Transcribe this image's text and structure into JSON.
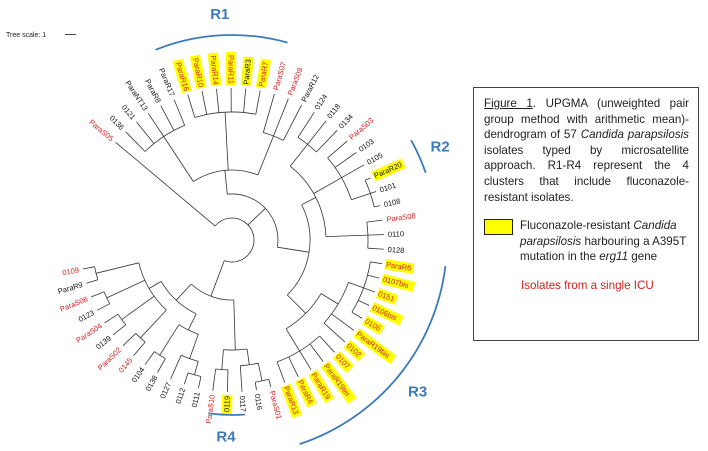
{
  "tree_scale_label": "Tree scale: 1",
  "leaves": [
    {
      "label": "0109",
      "color": "#d22020",
      "highlight": false
    },
    {
      "label": "ParaR9",
      "color": "#111111",
      "highlight": false
    },
    {
      "label": "ParaS06",
      "color": "#d22020",
      "highlight": false
    },
    {
      "label": "0123",
      "color": "#111111",
      "highlight": false
    },
    {
      "label": "ParaS04",
      "color": "#d22020",
      "highlight": false
    },
    {
      "label": "0139",
      "color": "#111111",
      "highlight": false
    },
    {
      "label": "ParaS02",
      "color": "#d22020",
      "highlight": false
    },
    {
      "label": "0145",
      "color": "#d22020",
      "highlight": false
    },
    {
      "label": "0104",
      "color": "#111111",
      "highlight": false
    },
    {
      "label": "0138",
      "color": "#111111",
      "highlight": false
    },
    {
      "label": "0127",
      "color": "#111111",
      "highlight": false
    },
    {
      "label": "0112",
      "color": "#111111",
      "highlight": false
    },
    {
      "label": "0111",
      "color": "#111111",
      "highlight": false
    },
    {
      "label": "ParaS10",
      "color": "#d22020",
      "highlight": false
    },
    {
      "label": "0119",
      "color": "#111111",
      "highlight": true
    },
    {
      "label": "0117",
      "color": "#111111",
      "highlight": false
    },
    {
      "label": "0116",
      "color": "#111111",
      "highlight": false
    },
    {
      "label": "ParaS01",
      "color": "#d22020",
      "highlight": false
    },
    {
      "label": "ParaR13",
      "color": "#d22020",
      "highlight": true
    },
    {
      "label": "ParaR4",
      "color": "#d22020",
      "highlight": true
    },
    {
      "label": "ParaR19",
      "color": "#d22020",
      "highlight": true
    },
    {
      "label": "ParaR19ter",
      "color": "#d22020",
      "highlight": true
    },
    {
      "label": "0107",
      "color": "#d22020",
      "highlight": true
    },
    {
      "label": "0102",
      "color": "#d22020",
      "highlight": true
    },
    {
      "label": "ParaR19bis",
      "color": "#d22020",
      "highlight": true
    },
    {
      "label": "0106",
      "color": "#d22020",
      "highlight": true
    },
    {
      "label": "0106bis",
      "color": "#d22020",
      "highlight": true
    },
    {
      "label": "0151",
      "color": "#d22020",
      "highlight": true
    },
    {
      "label": "0107bis",
      "color": "#d22020",
      "highlight": true
    },
    {
      "label": "ParaR6",
      "color": "#d22020",
      "highlight": true
    },
    {
      "label": "0128",
      "color": "#111111",
      "highlight": false
    },
    {
      "label": "0110",
      "color": "#111111",
      "highlight": false
    },
    {
      "label": "ParaS08",
      "color": "#d22020",
      "highlight": false
    },
    {
      "label": "0108",
      "color": "#111111",
      "highlight": false
    },
    {
      "label": "0101",
      "color": "#111111",
      "highlight": false
    },
    {
      "label": "ParaR20",
      "color": "#111111",
      "highlight": true
    },
    {
      "label": "0105",
      "color": "#111111",
      "highlight": false
    },
    {
      "label": "0103",
      "color": "#111111",
      "highlight": false
    },
    {
      "label": "ParaS03",
      "color": "#d22020",
      "highlight": false
    },
    {
      "label": "0134",
      "color": "#111111",
      "highlight": false
    },
    {
      "label": "0118",
      "color": "#111111",
      "highlight": false
    },
    {
      "label": "0124",
      "color": "#111111",
      "highlight": false
    },
    {
      "label": "ParaR12",
      "color": "#111111",
      "highlight": false
    },
    {
      "label": "ParaS09",
      "color": "#d22020",
      "highlight": false
    },
    {
      "label": "ParaS07",
      "color": "#d22020",
      "highlight": false
    },
    {
      "label": "ParaR7",
      "color": "#d22020",
      "highlight": true
    },
    {
      "label": "ParaR3",
      "color": "#111111",
      "highlight": true
    },
    {
      "label": "ParaR11",
      "color": "#d22020",
      "highlight": true
    },
    {
      "label": "ParaR14",
      "color": "#d22020",
      "highlight": true
    },
    {
      "label": "ParaR10",
      "color": "#d22020",
      "highlight": true
    },
    {
      "label": "ParaR16",
      "color": "#d22020",
      "highlight": true
    },
    {
      "label": "ParaR17",
      "color": "#111111",
      "highlight": false
    },
    {
      "label": "ParaR8",
      "color": "#111111",
      "highlight": false
    },
    {
      "label": "ParaNT13",
      "color": "#111111",
      "highlight": false
    },
    {
      "label": "0121",
      "color": "#111111",
      "highlight": false
    },
    {
      "label": "0136",
      "color": "#111111",
      "highlight": false
    },
    {
      "label": "ParaS05",
      "color": "#d22020",
      "highlight": false
    }
  ],
  "clusters": [
    {
      "label": "R1",
      "first_leaf": "ParaR7",
      "last_leaf": "ParaR16"
    },
    {
      "label": "R2",
      "first_leaf": "ParaR20",
      "last_leaf": "ParaR20"
    },
    {
      "label": "R3",
      "first_leaf": "ParaR13",
      "last_leaf": "ParaR6"
    },
    {
      "label": "R4",
      "first_leaf": "0119",
      "last_leaf": "0119"
    }
  ],
  "caption": {
    "figure_label": "Figure 1",
    "text_1": ". UPGMA (unweighted pair group method with arithmetic mean)-dendrogram of 57 ",
    "species_1": "Candida parapsilosis",
    "text_2": " isolates typed by microsatellite approach. R1-R4 represent the 4 clusters that include fluconazole-resistant isolates."
  },
  "legend": {
    "resistant_text_1": "Fluconazole-resistant ",
    "resistant_species": "Candida parapsilosis",
    "resistant_text_2": " harbouring a A395T mutation in the ",
    "resistant_gene": "erg11",
    "resistant_text_3": " gene",
    "highlight_color": "#ffff00",
    "icu_text": "Isolates from a single ICU",
    "icu_color": "#d22020"
  },
  "colors": {
    "cluster_arc": "#3d7ab8",
    "branch": "#333333"
  }
}
